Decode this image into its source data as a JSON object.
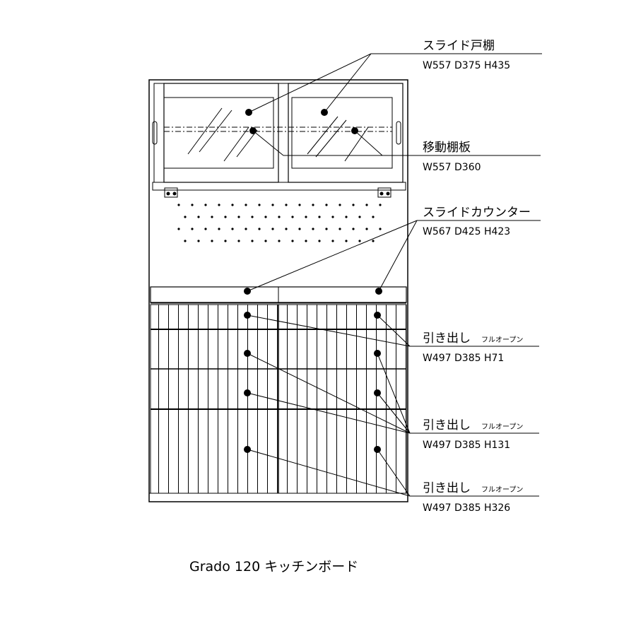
{
  "caption": "Grado 120 キッチンボード",
  "callouts": {
    "slide_cabinet": {
      "name": "スライド戸棚",
      "dims": "W557 D375 H435"
    },
    "movable_shelf": {
      "name": "移動棚板",
      "dims": "W557 D360"
    },
    "slide_counter": {
      "name": "スライドカウンター",
      "dims": "W567 D425 H423"
    },
    "drawer_71": {
      "name": "引き出し",
      "note": "フルオープン",
      "dims": "W497 D385 H71"
    },
    "drawer_131": {
      "name": "引き出し",
      "note": "フルオープン",
      "dims": "W497 D385 H131"
    },
    "drawer_326": {
      "name": "引き出し",
      "note": "フルオープン",
      "dims": "W497 D385 H326"
    }
  }
}
